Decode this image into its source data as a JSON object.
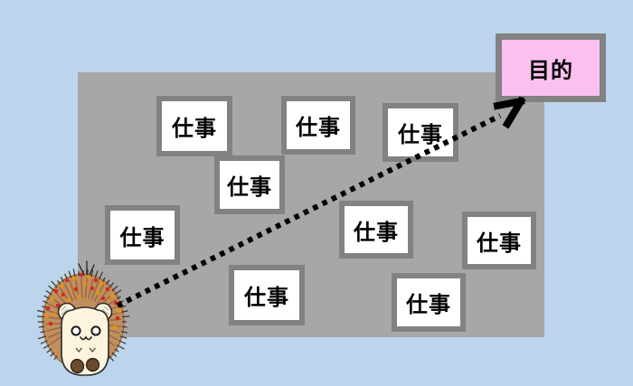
{
  "colors": {
    "background": "#bcd5ec",
    "panel": "#a7a7a7",
    "box_border": "#828282",
    "box_fill": "#ffffff",
    "goal_fill": "#fac0ef",
    "arrow": "#000000",
    "text": "#000000"
  },
  "goal_box": {
    "label": "目的"
  },
  "work_boxes": {
    "labels": [
      "仕事",
      "仕事",
      "仕事",
      "仕事",
      "仕事",
      "仕事",
      "仕事",
      "仕事",
      "仕事"
    ]
  },
  "character": {
    "name": "hedgehog-character"
  }
}
